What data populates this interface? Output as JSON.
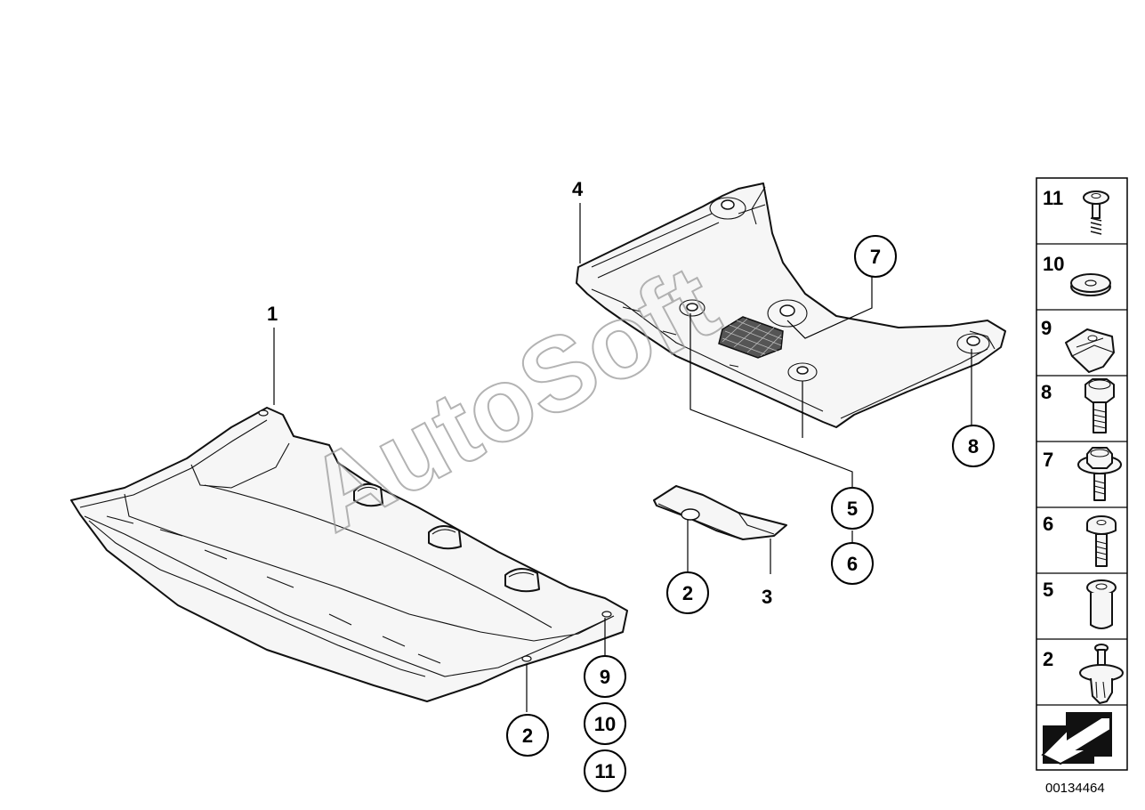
{
  "watermark": "AutoSoft",
  "diagram_ref": "00134464",
  "callouts": {
    "c1": "1",
    "c2a": "2",
    "c2b": "2",
    "c3": "3",
    "c4": "4",
    "c5": "5",
    "c6": "6",
    "c7": "7",
    "c8": "8",
    "c9": "9",
    "c10": "10",
    "c11": "11"
  },
  "legend": {
    "items": [
      {
        "number": "11",
        "icon": "screw-with-spring-icon"
      },
      {
        "number": "10",
        "icon": "washer-icon"
      },
      {
        "number": "9",
        "icon": "clip-nut-icon"
      },
      {
        "number": "8",
        "icon": "hex-bolt-icon"
      },
      {
        "number": "7",
        "icon": "flange-hex-bolt-icon"
      },
      {
        "number": "6",
        "icon": "torx-screw-icon"
      },
      {
        "number": "5",
        "icon": "rivet-nut-icon"
      },
      {
        "number": "2",
        "icon": "expanding-rivet-icon"
      }
    ],
    "arrow_icon": "direction-arrow-icon"
  }
}
